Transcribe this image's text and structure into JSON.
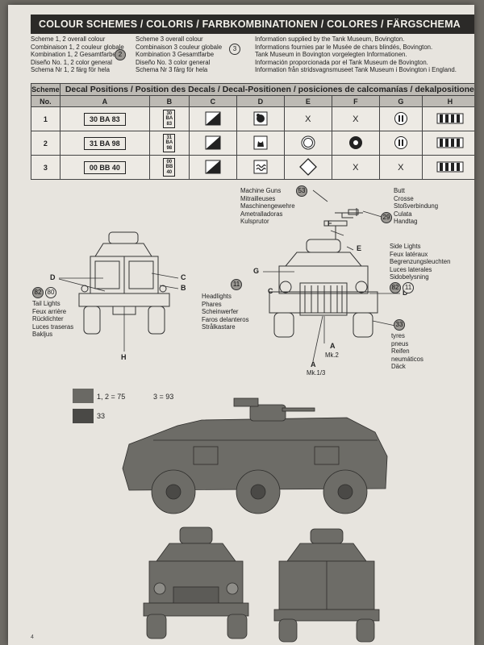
{
  "header": {
    "title": "COLOUR SCHEMES / COLORIS / FARBKOMBINATIONEN / COLORES / FÄRGSCHEMA"
  },
  "schemes": {
    "scheme12": [
      "Scheme 1, 2 overall colour",
      "Combinaison 1, 2 couleur globale",
      "Kombination 1, 2 Gesamtfarbe",
      "Diseño No. 1, 2 color general",
      "Schema Nr 1, 2 färg för hela"
    ],
    "scheme12_ref": "2",
    "scheme3": [
      "Scheme 3 overall colour",
      "Combinaison 3 couleur globale",
      "Kombination 3 Gesamtfarbe",
      "Diseño No. 3 color general",
      "Schema Nr 3 färg för hela"
    ],
    "scheme3_ref": "3",
    "info": [
      "Information supplied by the Tank Museum, Bovington.",
      "Informations fournies par le Musée de chars blindés, Bovington.",
      "Tank Museum in Bovington vorgelegten Informationen.",
      "Información proporcionada por el Tank Museum de Bovington.",
      "Information från stridsvagnsmuseet Tank Museum i Bovington i England."
    ]
  },
  "table": {
    "scheme_header": "Scheme",
    "no_header": "No.",
    "decal_header": "Decal Positions / Position des Decals / Decal-Positionen / posiciones de calcomanías / dekalpositioner",
    "columns": [
      "A",
      "B",
      "C",
      "D",
      "E",
      "F",
      "G",
      "H"
    ],
    "rows": [
      {
        "no": "1",
        "a": "30 BA 83",
        "b": [
          "30",
          "BA",
          "83"
        ],
        "e": "X",
        "f": "X"
      },
      {
        "no": "2",
        "a": "31 BA 98",
        "b": [
          "31",
          "BA",
          "98"
        ],
        "e": "",
        "f": ""
      },
      {
        "no": "3",
        "a": "00 BB 40",
        "b": [
          "00",
          "BB",
          "40"
        ],
        "e": "",
        "f": "X",
        "g": "X"
      }
    ]
  },
  "callouts": {
    "machine_guns": [
      "Machine Guns",
      "Mitrailleuses",
      "Maschinengewehre",
      "Ametralladoras",
      "Kulsprutor"
    ],
    "machine_guns_ref": "53",
    "butt": [
      "Butt",
      "Crosse",
      "Stoßverbindung",
      "Culata",
      "Handtag"
    ],
    "butt_ref": "29",
    "tail_lights": [
      "Tail Lights",
      "Feux arrière",
      "Rücklichter",
      "Luces traseras",
      "Bakljus"
    ],
    "tail_refs": [
      "82",
      "80"
    ],
    "headlights": [
      "Headlights",
      "Phares",
      "Scheinwerfer",
      "Faros delanteros",
      "Strålkastare"
    ],
    "headlights_ref": "11",
    "side_lights": [
      "Side Lights",
      "Feux latéraux",
      "Begrenzungsleuchten",
      "Luces laterales",
      "Sidobelysning"
    ],
    "side_refs": [
      "82",
      "11"
    ],
    "tyres": [
      "tyres",
      "pneus",
      "Reifen",
      "neumáticos",
      "Däck"
    ],
    "tyres_ref": "33",
    "mk2": "Mk.2",
    "mk13": "Mk.1/3"
  },
  "letters": {
    "a": "A",
    "b": "B",
    "c": "C",
    "d": "D",
    "e": "E",
    "f": "F",
    "g": "G",
    "h": "H"
  },
  "colours": {
    "legend1": "1, 2 = 75",
    "legend1b": "3 = 93",
    "legend2": "33",
    "swatch1": "#6a6964",
    "swatch2": "#4a4946",
    "vehicle": "#6d6c67"
  },
  "page_number": "4"
}
